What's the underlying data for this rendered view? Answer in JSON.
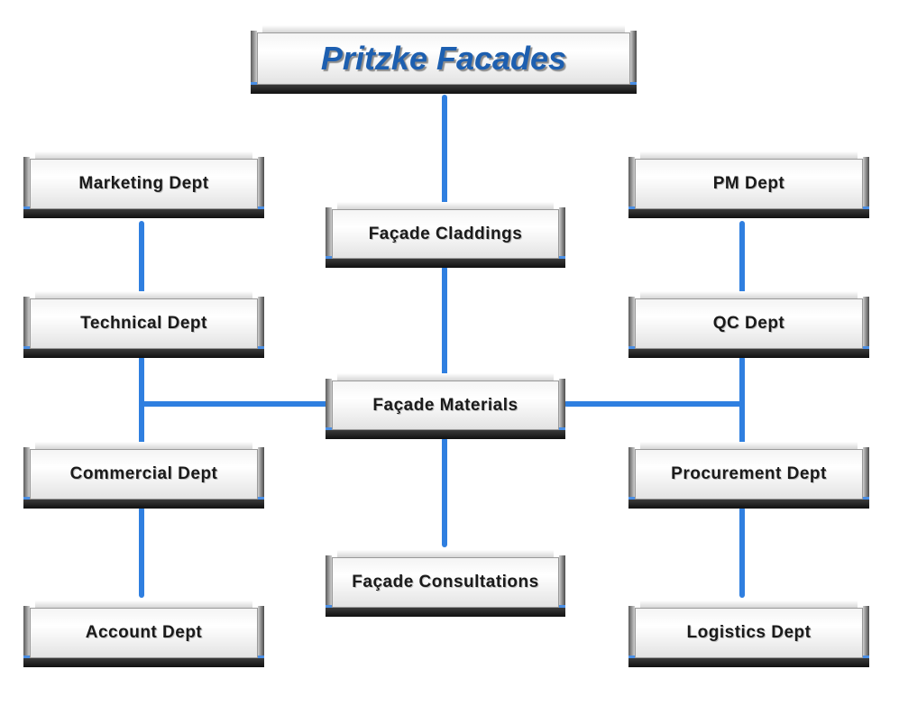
{
  "diagram": {
    "root": "Pritzke Facades",
    "nodes": {
      "marketing": "Marketing Dept",
      "technical": "Technical Dept",
      "commercial": "Commercial Dept",
      "account": "Account Dept",
      "cladding": "Façade Claddings",
      "materials": "Façade Materials",
      "consultations": "Façade Consultations",
      "pm": "PM Dept",
      "qc": "QC Dept",
      "procurement": "Procurement Dept",
      "logistics": "Logistics Dept"
    },
    "connections": [
      [
        "root",
        "cladding"
      ],
      [
        "cladding",
        "materials"
      ],
      [
        "materials",
        "consultations"
      ],
      [
        "marketing",
        "technical"
      ],
      [
        "technical",
        "commercial"
      ],
      [
        "commercial",
        "account"
      ],
      [
        "materials",
        "left-branch"
      ],
      [
        "pm",
        "qc"
      ],
      [
        "qc",
        "procurement"
      ],
      [
        "procurement",
        "logistics"
      ],
      [
        "materials",
        "right-branch"
      ]
    ],
    "colors": {
      "connector": "#2f7fe0",
      "root_text": "#1d5fb0",
      "node_text": "#1a1a1a"
    }
  }
}
